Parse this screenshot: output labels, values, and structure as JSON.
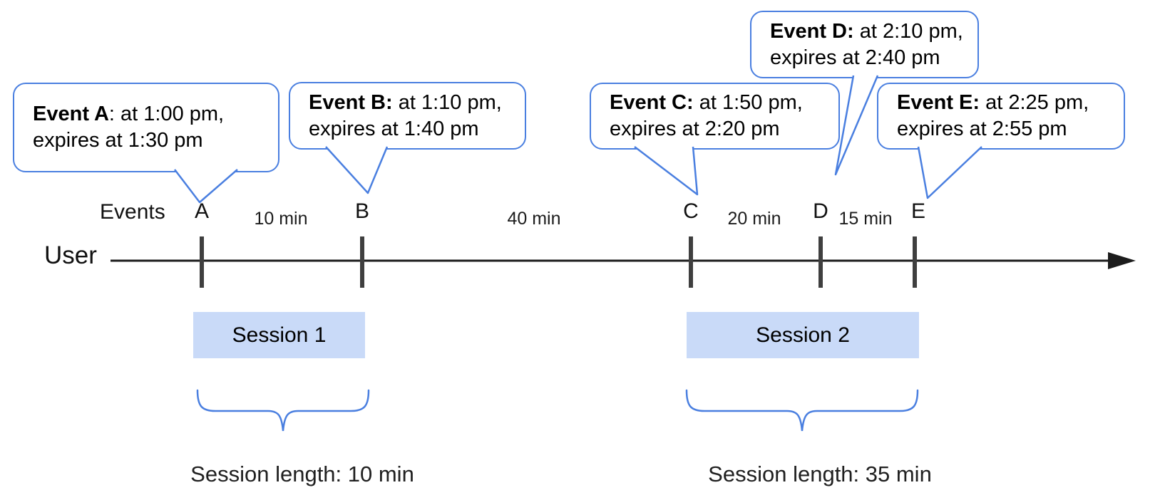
{
  "colors": {
    "accent_blue": "#4a7fe0",
    "session_fill": "#c9daf8",
    "tick_gray": "#3f3f3f",
    "axis_black": "#1c1c1c"
  },
  "axis": {
    "events_label": "Events",
    "user_label": "User",
    "points": [
      {
        "letter": "A"
      },
      {
        "letter": "B"
      },
      {
        "letter": "C"
      },
      {
        "letter": "D"
      },
      {
        "letter": "E"
      }
    ],
    "gaps": [
      {
        "label": "10 min"
      },
      {
        "label": "40 min"
      },
      {
        "label": "20 min"
      },
      {
        "label": "15 min"
      }
    ]
  },
  "callouts": [
    {
      "bold": "Event A",
      "after_bold": ": at 1:00 pm,",
      "line2": "expires at 1:30 pm"
    },
    {
      "bold": "Event B:",
      "after_bold": " at 1:10 pm,",
      "line2": "expires at 1:40 pm"
    },
    {
      "bold": "Event C:",
      "after_bold": " at 1:50 pm,",
      "line2": "expires at 2:20 pm"
    },
    {
      "bold": "Event D:",
      "after_bold": " at 2:10 pm,",
      "line2": "expires at 2:40 pm"
    },
    {
      "bold": "Event E:",
      "after_bold": " at 2:25 pm,",
      "line2": "expires at 2:55 pm"
    }
  ],
  "sessions": [
    {
      "label": "Session 1",
      "length_label": "Session length: 10 min"
    },
    {
      "label": "Session 2",
      "length_label": "Session length: 35 min"
    }
  ]
}
